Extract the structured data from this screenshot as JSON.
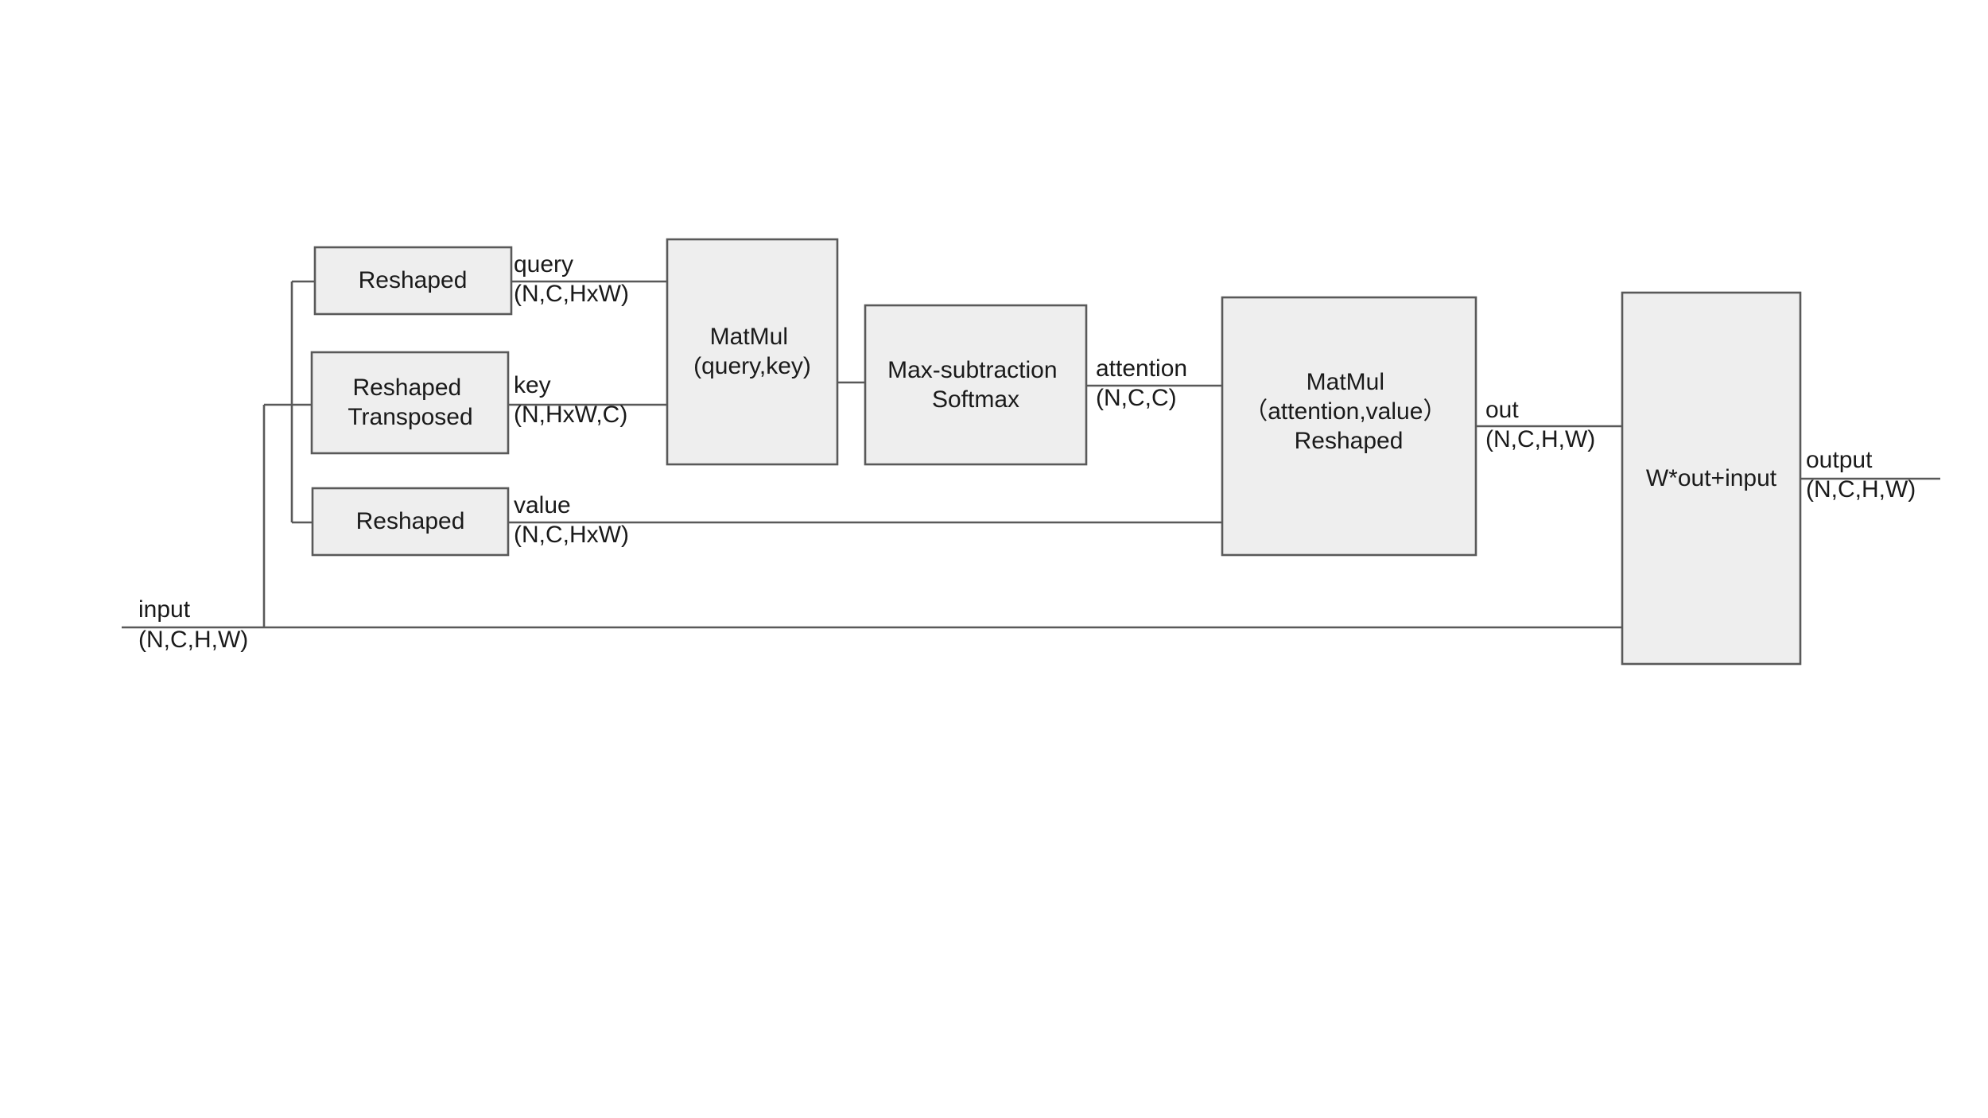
{
  "boxes": {
    "reshaped_query": [
      "Reshaped"
    ],
    "reshaped_key": [
      "Reshaped",
      "Transposed"
    ],
    "reshaped_value": [
      "Reshaped"
    ],
    "matmul_qk": [
      "MatMul",
      "(query,key)"
    ],
    "softmax": [
      "Max-subtraction",
      "Softmax"
    ],
    "matmul_av": [
      "MatMul",
      "（attention,value）",
      "",
      "Reshaped"
    ],
    "residual": [
      "W*out+input"
    ]
  },
  "labels": {
    "query": {
      "name": "query",
      "shape": "(N,C,HxW)"
    },
    "key": {
      "name": "key",
      "shape": "(N,HxW,C)"
    },
    "value": {
      "name": "value",
      "shape": "(N,C,HxW)"
    },
    "attention": {
      "name": "attention",
      "shape": "(N,C,C)"
    },
    "out": {
      "name": "out",
      "shape": "(N,C,H,W)"
    },
    "input": {
      "name": "input",
      "shape": "(N,C,H,W)"
    },
    "output": {
      "name": "output",
      "shape": "(N,C,H,W)"
    }
  }
}
